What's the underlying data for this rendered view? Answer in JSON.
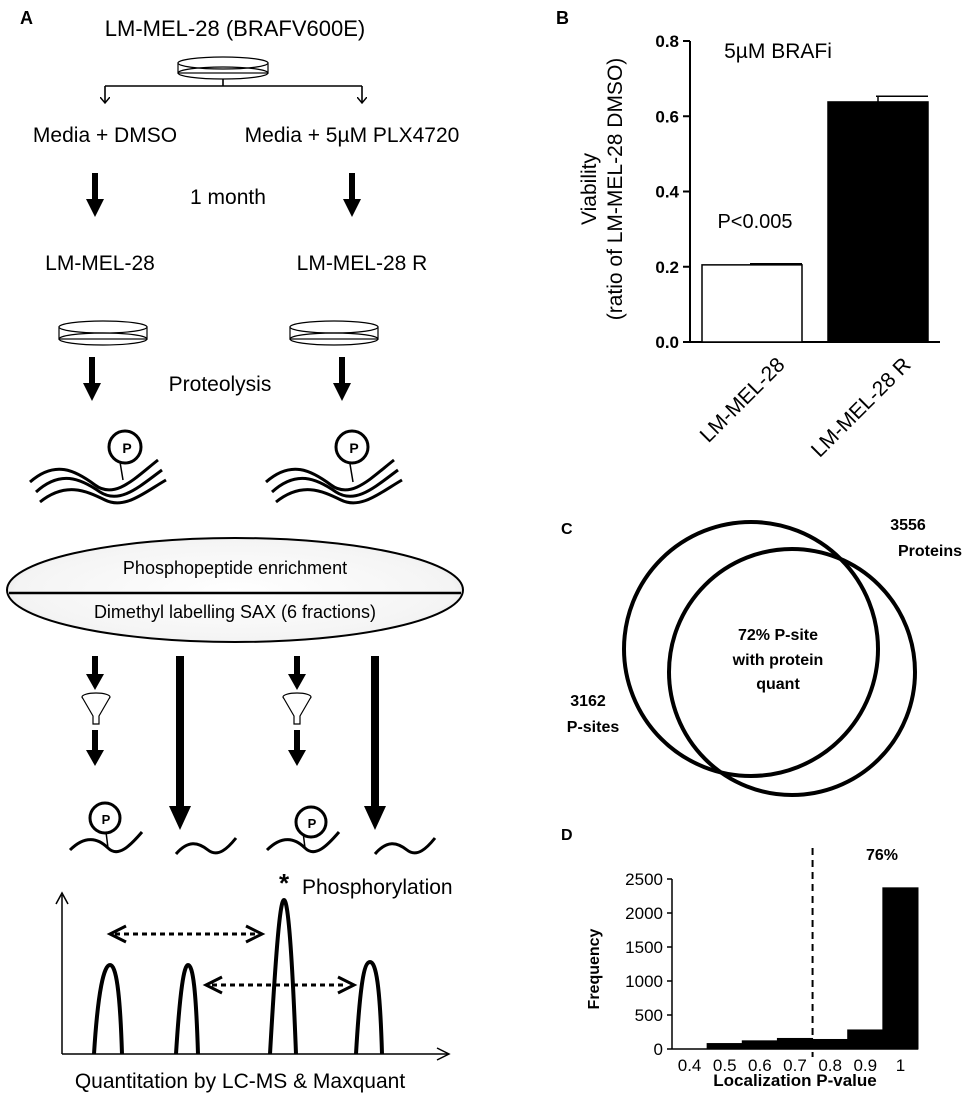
{
  "panels": {
    "A": {
      "label": "A",
      "title": "LM-MEL-28 (BRAFV600E)",
      "media_dmso": "Media + DMSO",
      "media_plx": "Media + 5µM PLX4720",
      "duration": "1 month",
      "line_parent": "LM-MEL-28",
      "line_resistant": "LM-MEL-28 R",
      "proteolysis": "Proteolysis",
      "phospho_marker": "P",
      "enrichment": "Phosphopeptide enrichment",
      "labelling": "Dimethyl labelling SAX (6 fractions)",
      "peak_marker": "*",
      "phosphorylation": "Phosphorylation",
      "quantitation": "Quantitation by LC-MS & Maxquant"
    },
    "B": {
      "label": "B",
      "chart_data": {
        "type": "bar",
        "title": "5µM BRAFi",
        "ylabel_line1": "Viability",
        "ylabel_line2": "(ratio of LM-MEL-28 DMSO)",
        "categories": [
          "LM-MEL-28",
          "LM-MEL-28 R"
        ],
        "values": [
          0.205,
          0.638
        ],
        "errors": [
          0.003,
          0.015
        ],
        "bar_fills": [
          "#ffffff",
          "#000000"
        ],
        "ylim": [
          0,
          0.8
        ],
        "yticks": [
          "0.0",
          "0.2",
          "0.4",
          "0.6",
          "0.8"
        ],
        "annotation": "P<0.005"
      }
    },
    "C": {
      "label": "C",
      "proteins_count": "3556",
      "proteins_label": "Proteins",
      "psites_count": "3162",
      "psites_label": "P-sites",
      "overlap_line1": "72% P-site",
      "overlap_line2": "with protein",
      "overlap_line3": "quant"
    },
    "D": {
      "label": "D",
      "chart_data": {
        "type": "bar",
        "xlabel": "Localization P-value",
        "ylabel": "Frequency",
        "categories": [
          "0.4",
          "0.5",
          "0.6",
          "0.7",
          "0.8",
          "0.9",
          "1"
        ],
        "bin_edges": [
          0.45,
          0.55,
          0.65,
          0.75,
          0.85,
          0.95,
          1.05
        ],
        "values": [
          80,
          120,
          155,
          140,
          280,
          2370
        ],
        "yticks": [
          "0",
          "500",
          "1000",
          "1500",
          "2000",
          "2500"
        ],
        "ylim": [
          0,
          2500
        ],
        "threshold": 0.75,
        "annotation": "76%"
      }
    }
  }
}
